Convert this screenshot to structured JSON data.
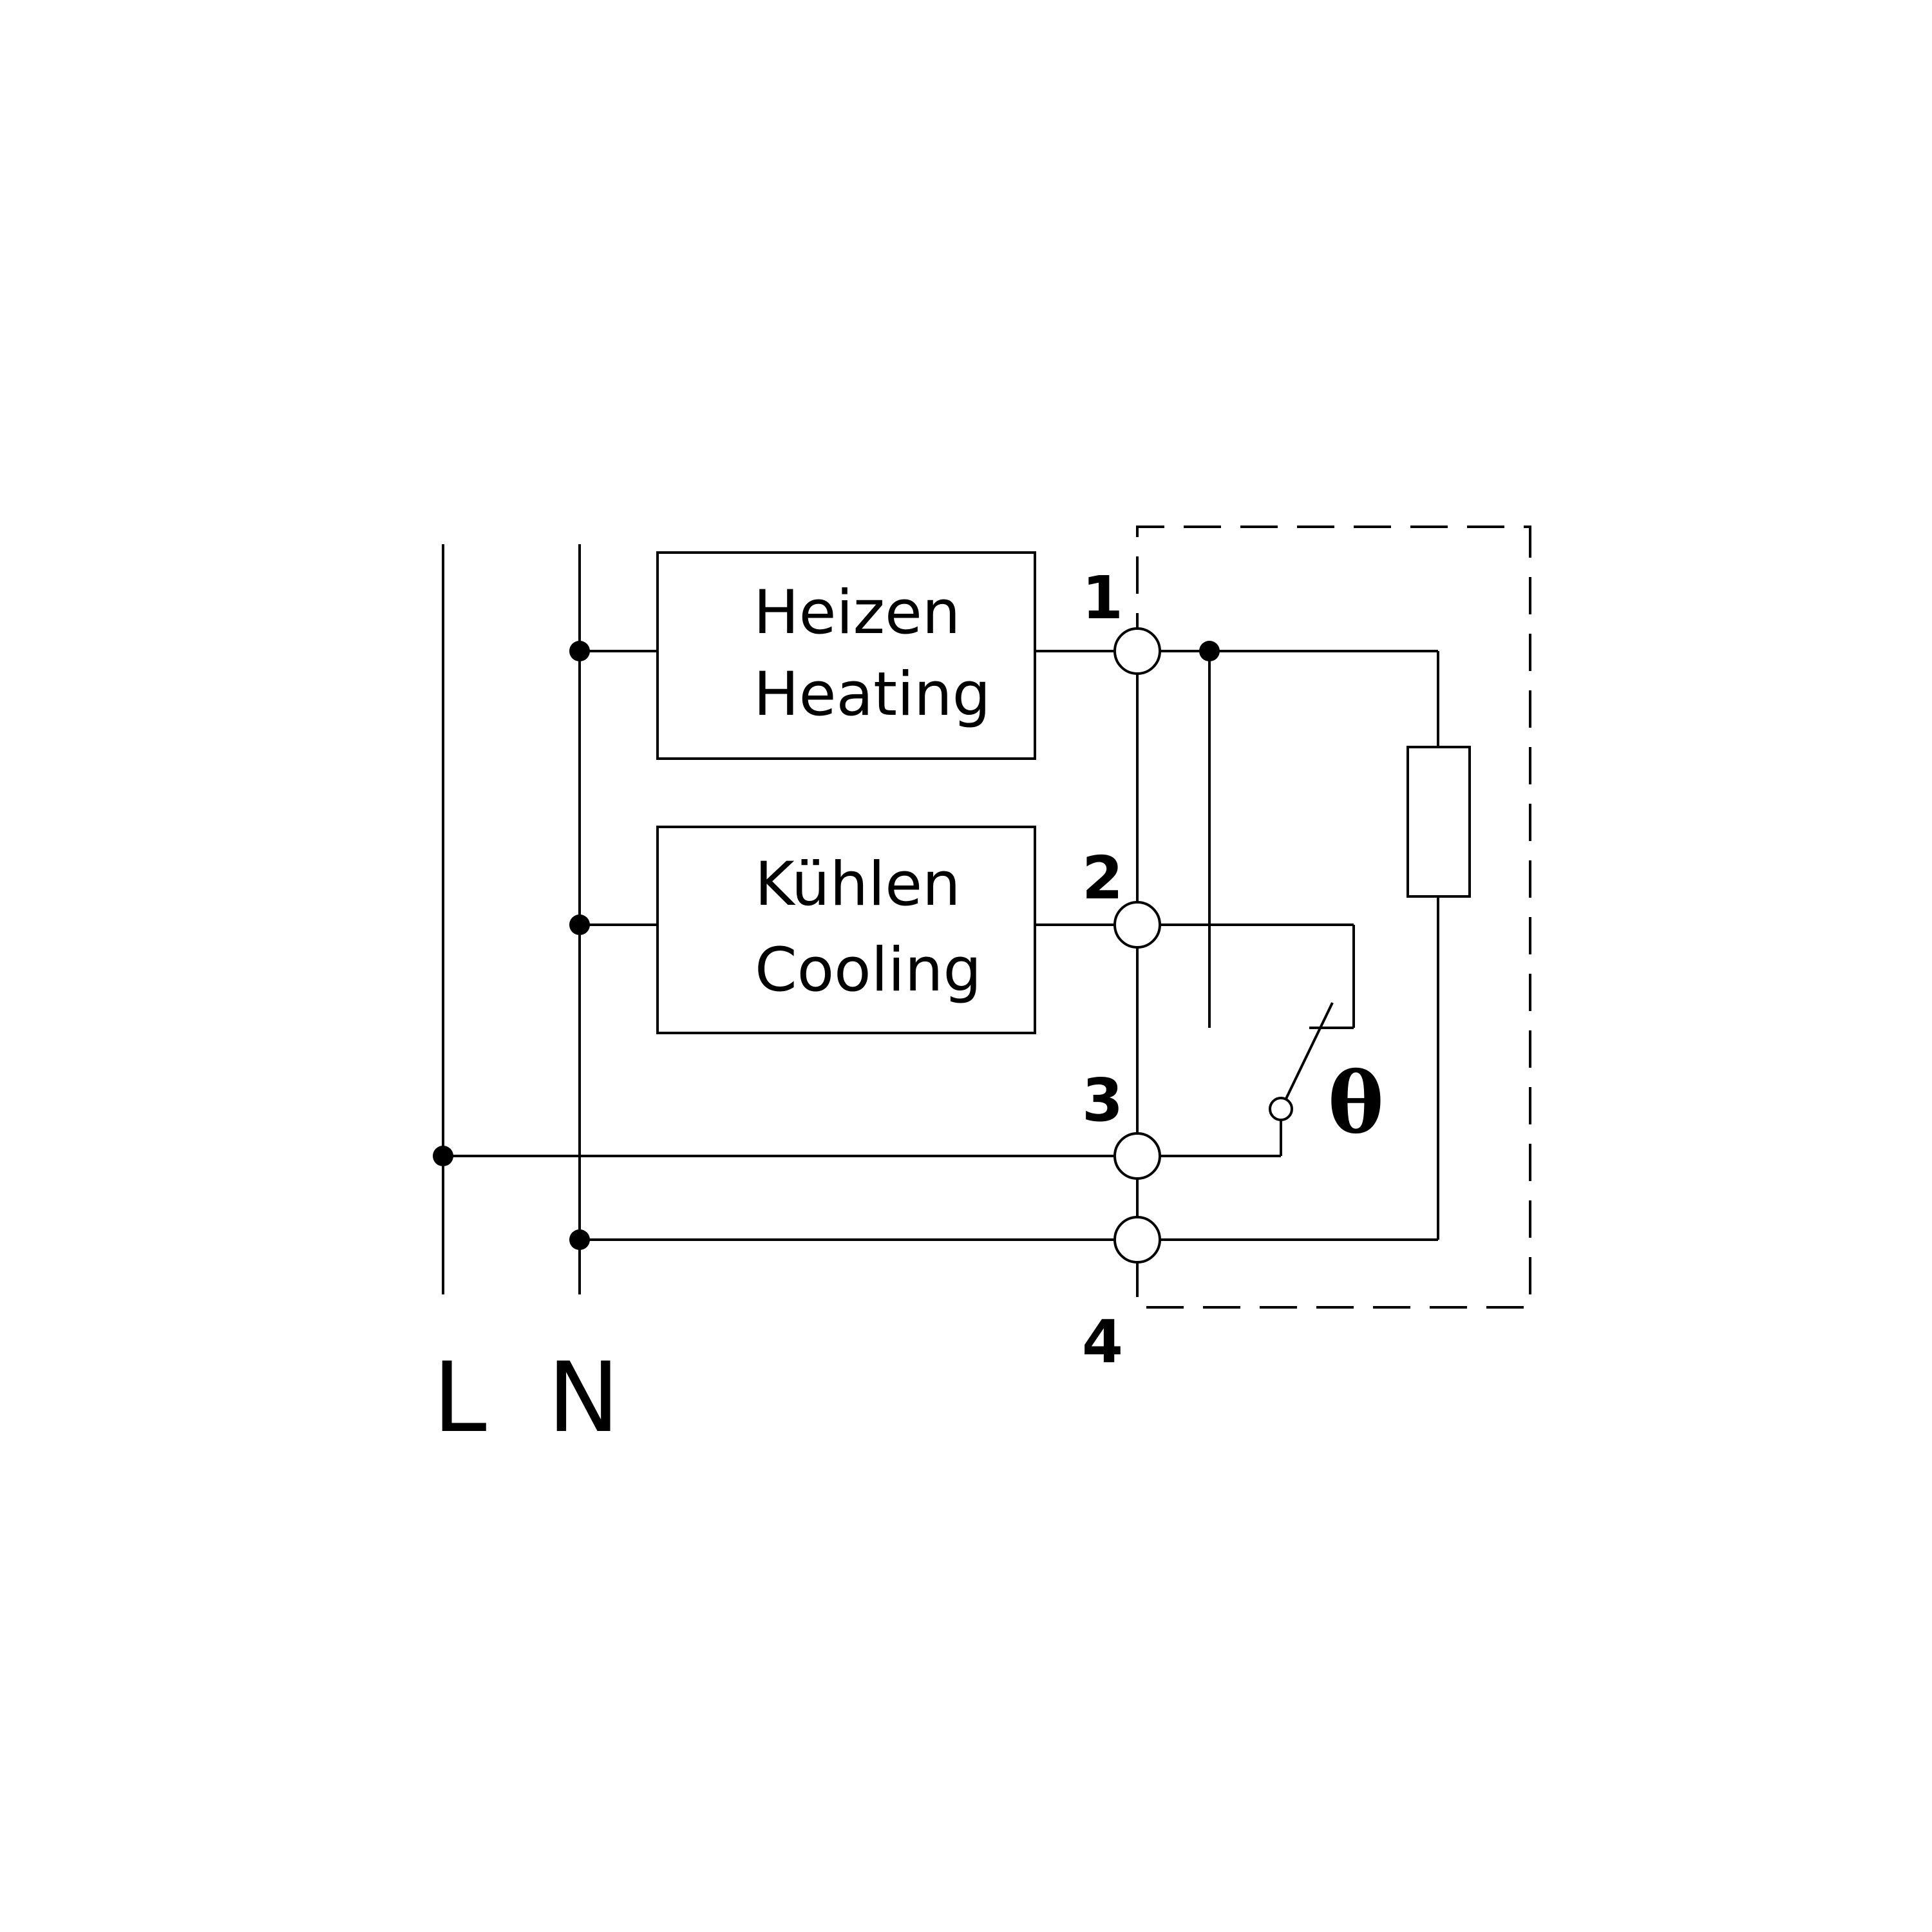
{
  "heating_box": {
    "label_de": "Heizen",
    "label_en": "Heating"
  },
  "cooling_box": {
    "label_de": "Kühlen",
    "label_en": "Cooling"
  },
  "terminals": {
    "t1": "1",
    "t2": "2",
    "t3": "3",
    "t4": "4"
  },
  "rails": {
    "line": "L",
    "neutral": "N"
  },
  "thermostat": {
    "symbol": "θ"
  },
  "colors": {
    "ink": "#000000",
    "background": "#ffffff"
  }
}
